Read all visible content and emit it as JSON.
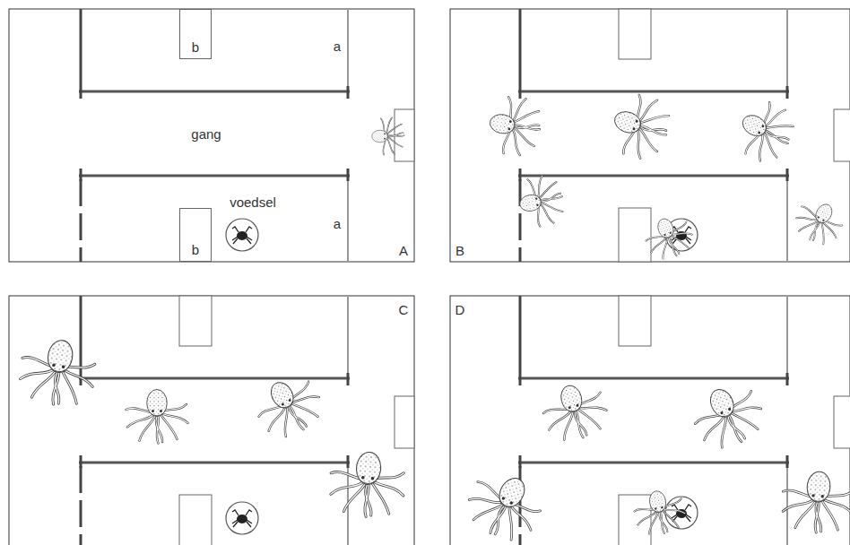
{
  "diagram": {
    "nodes": [
      {
        "text": [
          "b"
        ]
      },
      {
        "text": [
          "b"
        ]
      }
    ],
    "labels": [
      "a",
      "gang",
      "voedsel",
      "a",
      "A",
      "B",
      "C",
      "D"
    ]
  }
}
